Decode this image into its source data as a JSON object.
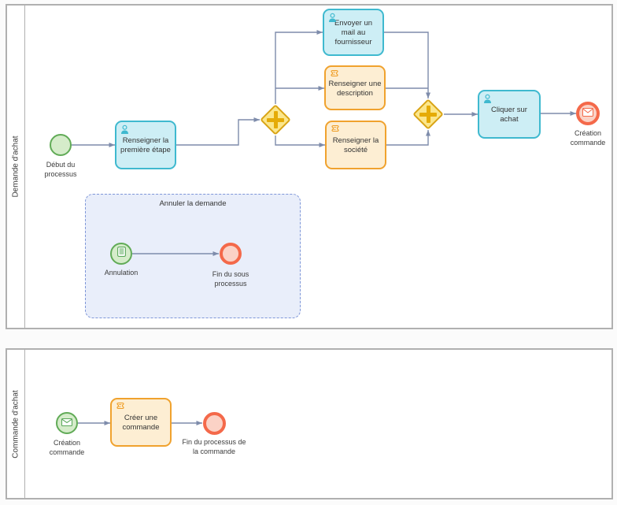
{
  "diagram_type": "BPMN process diagram",
  "pools": [
    {
      "label": "Demande d'achat",
      "start_event": {
        "label": "Début du processus"
      },
      "task_first_step": {
        "label": "Renseigner la première étape",
        "type": "user-task"
      },
      "gateway_split": {
        "type": "parallel-gateway"
      },
      "task_send_mail": {
        "label": "Envoyer un mail au fournisseur",
        "type": "user-task"
      },
      "task_description": {
        "label": "Renseigner une description",
        "type": "script-task"
      },
      "task_company": {
        "label": "Renseigner la société",
        "type": "script-task"
      },
      "gateway_join": {
        "type": "parallel-gateway"
      },
      "task_click_purchase": {
        "label": "Cliquer sur achat",
        "type": "user-task"
      },
      "end_event": {
        "label": "Création commande",
        "type": "message-end-event"
      },
      "subprocess": {
        "title": "Annuler la demande",
        "start_event": {
          "label": "Annulation",
          "type": "conditional-start-event"
        },
        "end_event": {
          "label": "Fin du sous processus",
          "type": "end-event"
        }
      }
    },
    {
      "label": "Commande d'achat",
      "start_event": {
        "label": "Création commande",
        "type": "message-start-event"
      },
      "task_create_order": {
        "label": "Créer une commande",
        "type": "script-task"
      },
      "end_event": {
        "label": "Fin du processus de la commande",
        "type": "end-event"
      }
    }
  ],
  "colors": {
    "user_task_fill": "#cdeef5",
    "user_task_border": "#3fb9cf",
    "script_task_fill": "#fdeed3",
    "script_task_border": "#f0a22e",
    "start_event_fill": "#d5ecca",
    "start_event_border": "#61ab57",
    "end_event_fill": "#fbd2c6",
    "end_event_border": "#f4694a",
    "gateway_fill": "#fbe68b",
    "gateway_border": "#d9a415",
    "subprocess_fill": "#e9eefa",
    "subprocess_border": "#7e96d8",
    "connector": "#7e8cab",
    "pool_border": "#b0b0b0"
  }
}
